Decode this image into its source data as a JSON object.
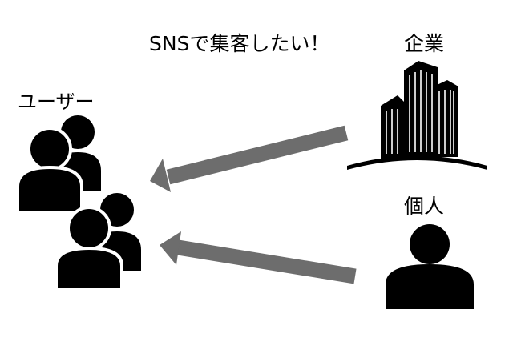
{
  "headline": "SNSで集客したい！",
  "nodes": {
    "users": {
      "label": "ユーザー",
      "icon": "user-group-icon"
    },
    "company": {
      "label": "企業",
      "icon": "office-building-icon"
    },
    "individual": {
      "label": "個人",
      "icon": "person-icon"
    }
  },
  "edges": [
    {
      "from": "company",
      "to": "users"
    },
    {
      "from": "individual",
      "to": "users"
    }
  ],
  "colors": {
    "icon": "#000000",
    "arrow": "#6d6d6d",
    "background": "#ffffff"
  }
}
